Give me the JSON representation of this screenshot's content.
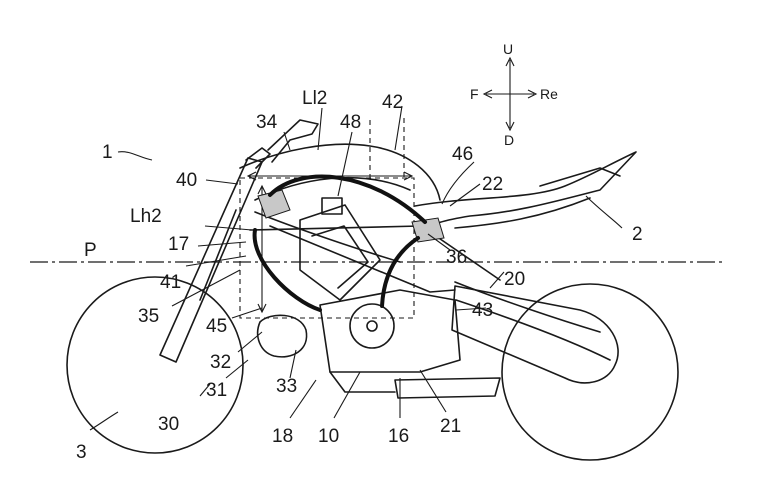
{
  "directions": {
    "up": "U",
    "down": "D",
    "front": "F",
    "rear": "Re"
  },
  "reference_line": "P",
  "labels": {
    "l1": "1",
    "l2": "2",
    "l3": "3",
    "l10": "10",
    "l16": "16",
    "l17": "17",
    "l18": "18",
    "l20": "20",
    "l21": "21",
    "l22": "22",
    "l30": "30",
    "l31": "31",
    "l32": "32",
    "l33": "33",
    "l34": "34",
    "l35": "35",
    "l36": "36",
    "l40": "40",
    "l41": "41",
    "l42": "42",
    "l43": "43",
    "l45": "45",
    "l46": "46",
    "l48": "48",
    "ll2": "Ll2",
    "lh2": "Lh2"
  }
}
